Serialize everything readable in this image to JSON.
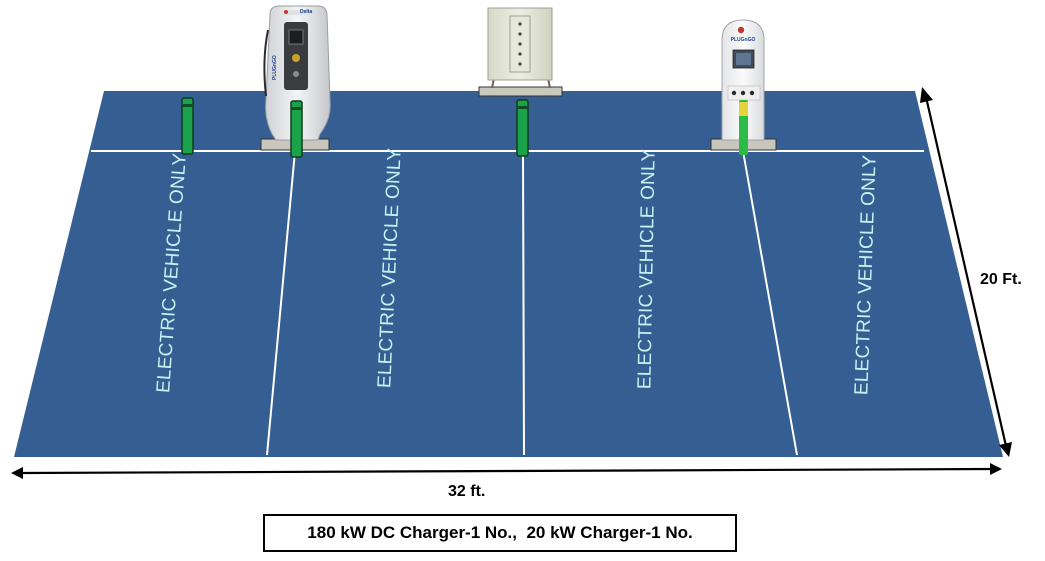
{
  "stalls": [
    {
      "label": "ELECTRIC VEHICLE ONLY"
    },
    {
      "label": "ELECTRIC VEHICLE ONLY"
    },
    {
      "label": "ELECTRIC VEHICLE ONLY"
    },
    {
      "label": "ELECTRIC VEHICLE ONLY"
    }
  ],
  "dimensions": {
    "depth": "20 Ft.",
    "width": "32 ft."
  },
  "charger_branding": {
    "dc_charger_brand": "PLUGnGO",
    "dc_charger_maker": "Delta",
    "ac_charger_brand": "PLUGnGO"
  },
  "caption": "180 kW DC Charger-1 No.,  20 kW Charger-1 No.",
  "colors": {
    "pavement": "#355e92",
    "stall_text": "#c9f0f0",
    "bollard": "#1aa34a",
    "lines": "#ffffff"
  }
}
